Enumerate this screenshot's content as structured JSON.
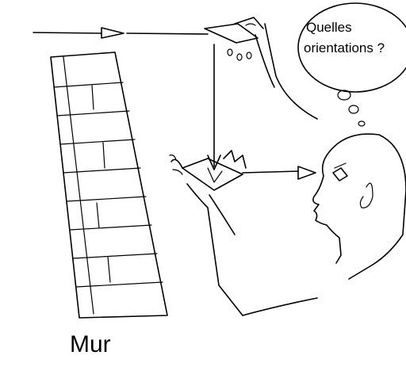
{
  "labels": {
    "wall": "Mur"
  },
  "thought": {
    "line1": "Quelles",
    "line2": "orientations ?"
  }
}
